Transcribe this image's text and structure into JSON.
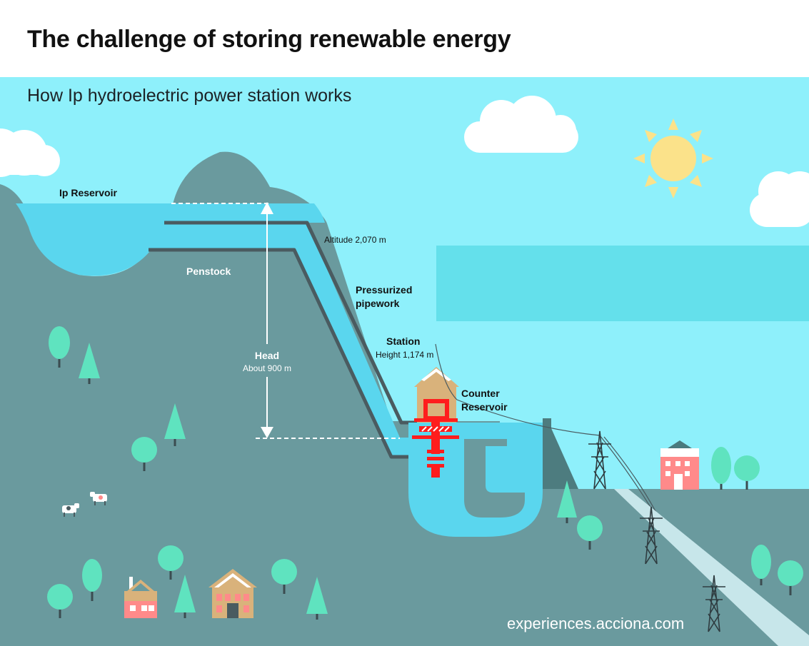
{
  "title": "The challenge of storing renewable energy",
  "subtitle": "How Ip hydroelectric power station works",
  "labels": {
    "reservoir": "Ip Reservoir",
    "altitude": "Altitude 2,070 m",
    "penstock": "Penstock",
    "pipework_1": "Pressurized",
    "pipework_2": "pipework",
    "station": "Station",
    "station_height": "Height 1,174 m",
    "head": "Head",
    "head_value": "About 900 m",
    "counter_1": "Counter",
    "counter_2": "Reservoir"
  },
  "credit": "experiences.acciona.com",
  "colors": {
    "sky": "#8ef0fb",
    "land": "#6a9a9e",
    "water": "#5ad6ee",
    "turbine": "#ff1d1d",
    "tree": "#5fe3bf",
    "sun": "#fbe28a"
  }
}
